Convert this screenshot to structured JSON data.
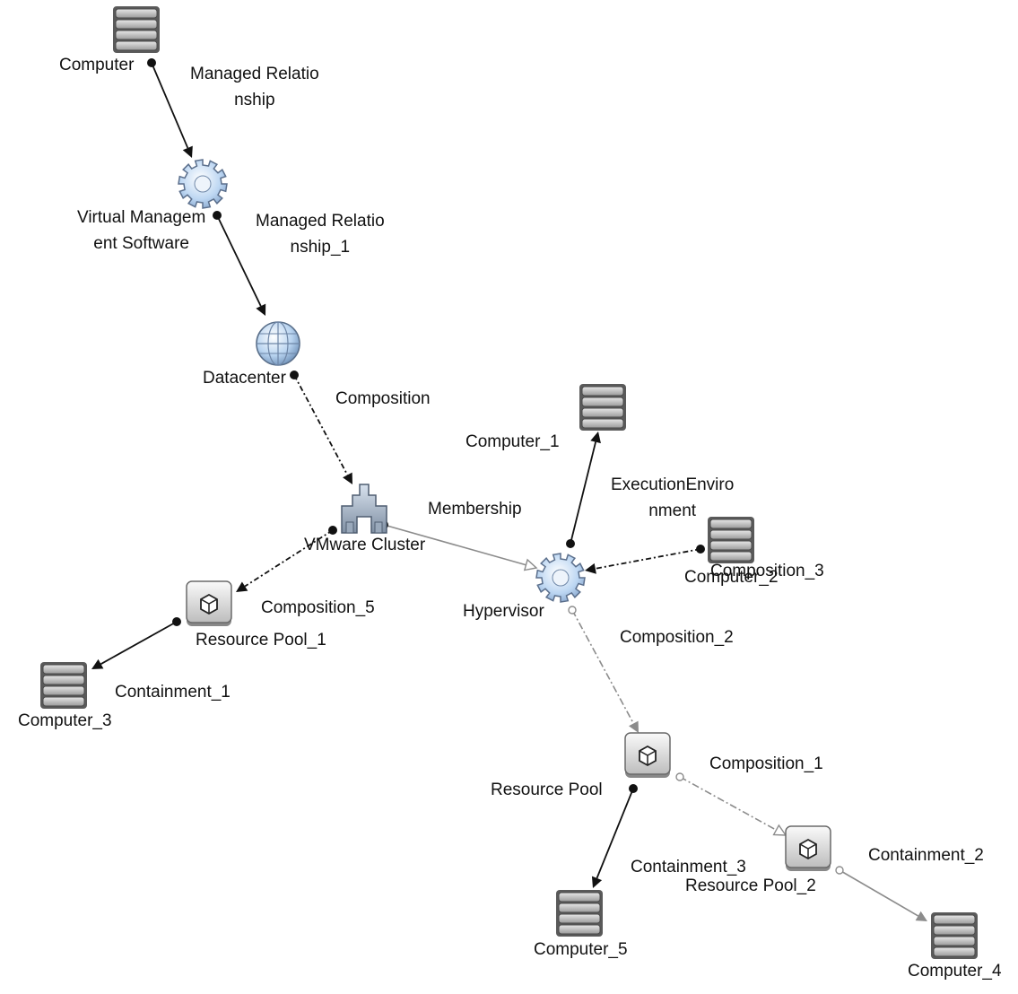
{
  "colors": {
    "edge_dark": "#111111",
    "edge_light": "#8c8c8c",
    "label": "#111111"
  },
  "nodes": [
    {
      "id": "computer",
      "name": "node-computer",
      "icon": "server-icon",
      "label": [
        "Computer"
      ]
    },
    {
      "id": "vms",
      "name": "node-virtual-management-software",
      "icon": "gear-icon",
      "label": [
        "Virtual Managem",
        "ent Software"
      ]
    },
    {
      "id": "datacenter",
      "name": "node-datacenter",
      "icon": "globe-icon",
      "label": [
        "Datacenter"
      ]
    },
    {
      "id": "cluster",
      "name": "node-vmware-cluster",
      "icon": "cluster-icon",
      "label": [
        "VMware Cluster"
      ]
    },
    {
      "id": "hypervisor",
      "name": "node-hypervisor",
      "icon": "gear-icon",
      "label": [
        "Hypervisor"
      ]
    },
    {
      "id": "computer_1",
      "name": "node-computer-1",
      "icon": "server-icon",
      "label": [
        "Computer_1"
      ]
    },
    {
      "id": "computer_2",
      "name": "node-computer-2",
      "icon": "server-icon",
      "label": [
        "Computer_2"
      ]
    },
    {
      "id": "rp1",
      "name": "node-resource-pool-1",
      "icon": "resource-pool-icon",
      "label": [
        "Resource Pool_1"
      ]
    },
    {
      "id": "computer_3",
      "name": "node-computer-3",
      "icon": "server-icon",
      "label": [
        "Computer_3"
      ]
    },
    {
      "id": "rp",
      "name": "node-resource-pool",
      "icon": "resource-pool-icon",
      "label": [
        "Resource Pool"
      ]
    },
    {
      "id": "rp2",
      "name": "node-resource-pool-2",
      "icon": "resource-pool-icon",
      "label": [
        "Resource Pool_2"
      ]
    },
    {
      "id": "computer_5",
      "name": "node-computer-5",
      "icon": "server-icon",
      "label": [
        "Computer_5"
      ]
    },
    {
      "id": "computer_4",
      "name": "node-computer-4",
      "icon": "server-icon",
      "label": [
        "Computer_4"
      ]
    }
  ],
  "edges": [
    {
      "id": "e_managed",
      "name": "edge-managed-relationship",
      "from": "computer",
      "to": "vms",
      "style": "solid-dark",
      "label": [
        "Managed Relatio",
        "nship"
      ]
    },
    {
      "id": "e_managed_1",
      "name": "edge-managed-relationship-1",
      "from": "vms",
      "to": "datacenter",
      "style": "solid-dark",
      "label": [
        "Managed Relatio",
        "nship_1"
      ]
    },
    {
      "id": "e_composition",
      "name": "edge-composition",
      "from": "datacenter",
      "to": "cluster",
      "style": "dashed-dark",
      "label": [
        "Composition"
      ]
    },
    {
      "id": "e_membership",
      "name": "edge-membership",
      "from": "cluster",
      "to": "hypervisor",
      "style": "solid-light",
      "label": [
        "Membership"
      ]
    },
    {
      "id": "e_exec_env",
      "name": "edge-execution-environment",
      "from": "hypervisor",
      "to": "computer_1",
      "style": "solid-dark",
      "label": [
        "ExecutionEnviro",
        "nment"
      ]
    },
    {
      "id": "e_composition_3",
      "name": "edge-composition-3",
      "from": "computer_2",
      "to": "hypervisor",
      "style": "dashed-dark",
      "label": [
        "Composition_3"
      ]
    },
    {
      "id": "e_composition_5",
      "name": "edge-composition-5",
      "from": "cluster",
      "to": "rp1",
      "style": "dashed-dark",
      "label": [
        "Composition_5"
      ]
    },
    {
      "id": "e_containment_1",
      "name": "edge-containment-1",
      "from": "rp1",
      "to": "computer_3",
      "style": "solid-dark",
      "label": [
        "Containment_1"
      ]
    },
    {
      "id": "e_composition_2",
      "name": "edge-composition-2",
      "from": "hypervisor",
      "to": "rp",
      "style": "dashed-light",
      "label": [
        "Composition_2"
      ]
    },
    {
      "id": "e_composition_1",
      "name": "edge-composition-1",
      "from": "rp",
      "to": "rp2",
      "style": "dashed-light",
      "label": [
        "Composition_1"
      ]
    },
    {
      "id": "e_containment_3",
      "name": "edge-containment-3",
      "from": "rp",
      "to": "computer_5",
      "style": "solid-dark",
      "label": [
        "Containment_3"
      ]
    },
    {
      "id": "e_containment_2",
      "name": "edge-containment-2",
      "from": "rp2",
      "to": "computer_4",
      "style": "solid-light",
      "label": [
        "Containment_2"
      ]
    }
  ]
}
